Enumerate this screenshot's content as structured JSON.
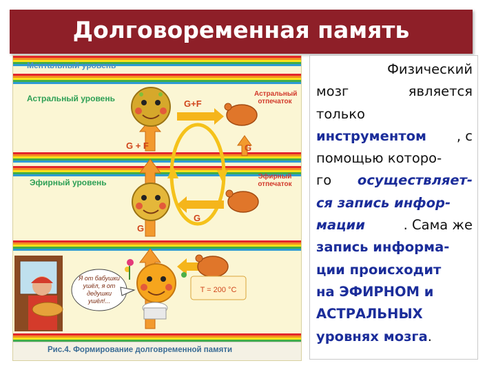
{
  "title": "Долговоременная память",
  "figure": {
    "levels": {
      "mental": "Ментальный уровень",
      "astral": "Астральный уровень",
      "etheric": "Эфирный уровень"
    },
    "imprints": {
      "astral": "Астральный отпечаток",
      "etheric": "Эфирный отпечаток"
    },
    "forces": {
      "g_plus_f_top": "G+F",
      "g_plus_f_left": "G + F",
      "g_right": "G",
      "g_mid": "G",
      "g_left": "G"
    },
    "speech": "Я от бабушки ушёл, я от дедушки ушёл!...",
    "temperature": "T = 200 °C",
    "caption": "Рис.4. Формирование долговременной памяти"
  },
  "text": {
    "line1": "Физический",
    "line2a": "мозг",
    "line2b": "является",
    "line3": "только",
    "line4_em": "инструментом",
    "line4_rest": ", с",
    "line5": "помощью которо-",
    "line6a": "го",
    "line6_em": "осуществляет-",
    "line7_em": "ся запись инфор-",
    "line8_em": "мации",
    "line8_rest": ". Сама же",
    "line9_em": "запись информа-",
    "line10_em": "ции происходит",
    "line11_em": "на ЭФИРНОМ и",
    "line12_em": "АСТРАЛЬНЫХ",
    "line13_em": "уровнях мозга",
    "line13_rest": "."
  },
  "colors": {
    "title_bg": "#8e1f28",
    "emphasis": "#1b2d9a",
    "rainbow": [
      "#e3262c",
      "#f38f20",
      "#fbe21a",
      "#41ad49",
      "#2d9bd6"
    ]
  }
}
